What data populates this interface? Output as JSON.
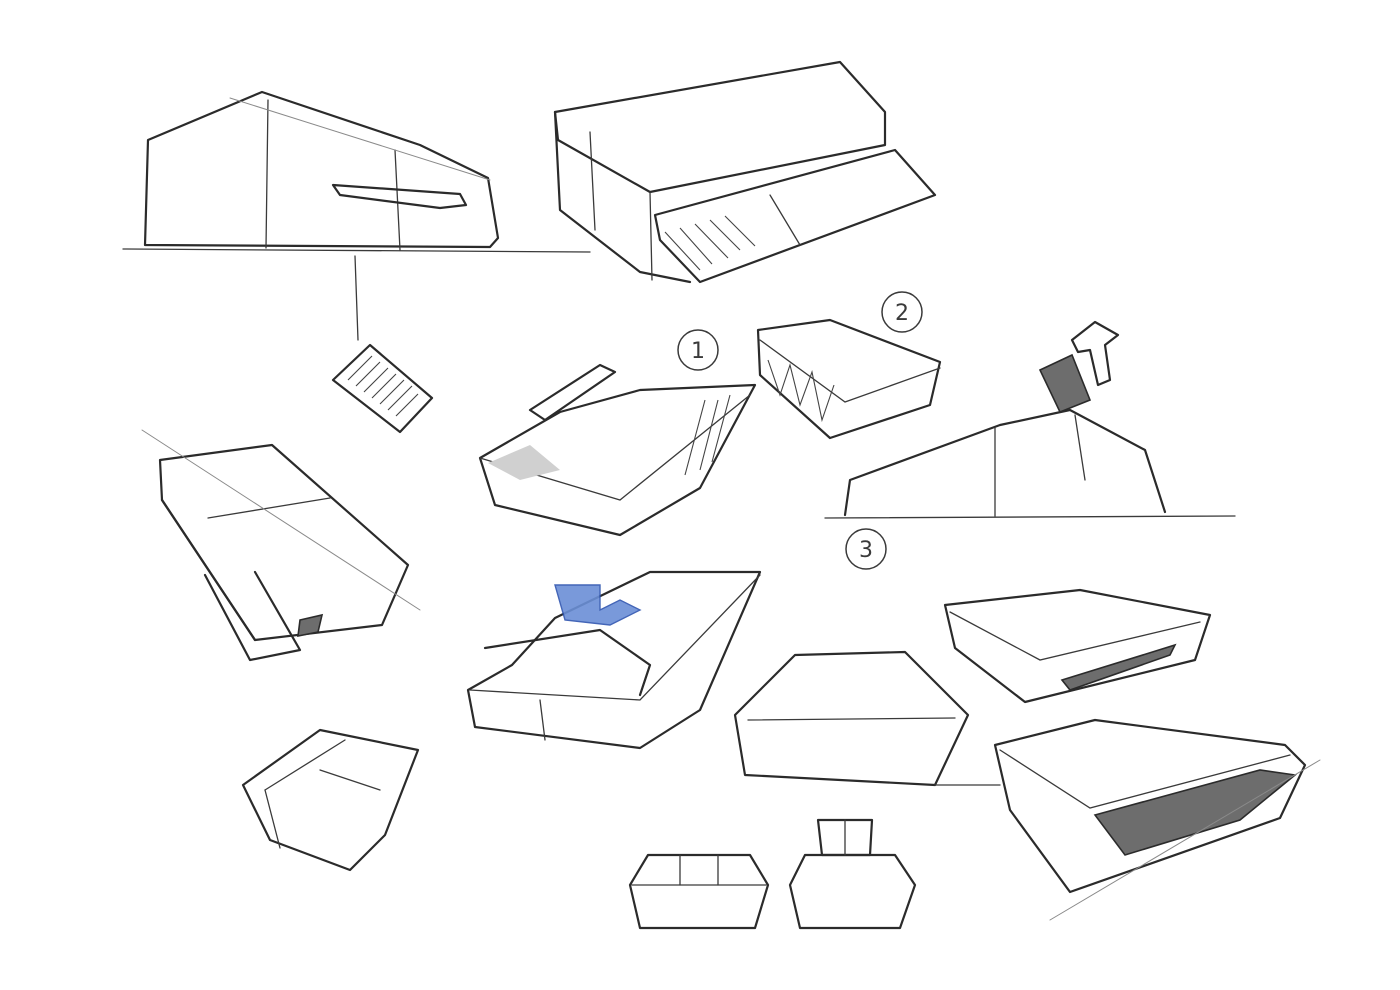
{
  "annotations": {
    "step_1": "1",
    "step_2": "2",
    "step_3": "3"
  },
  "colors": {
    "paper": "#ffffff",
    "ink": "#2b2b2b",
    "accent_blue": "#6b8fd6"
  }
}
